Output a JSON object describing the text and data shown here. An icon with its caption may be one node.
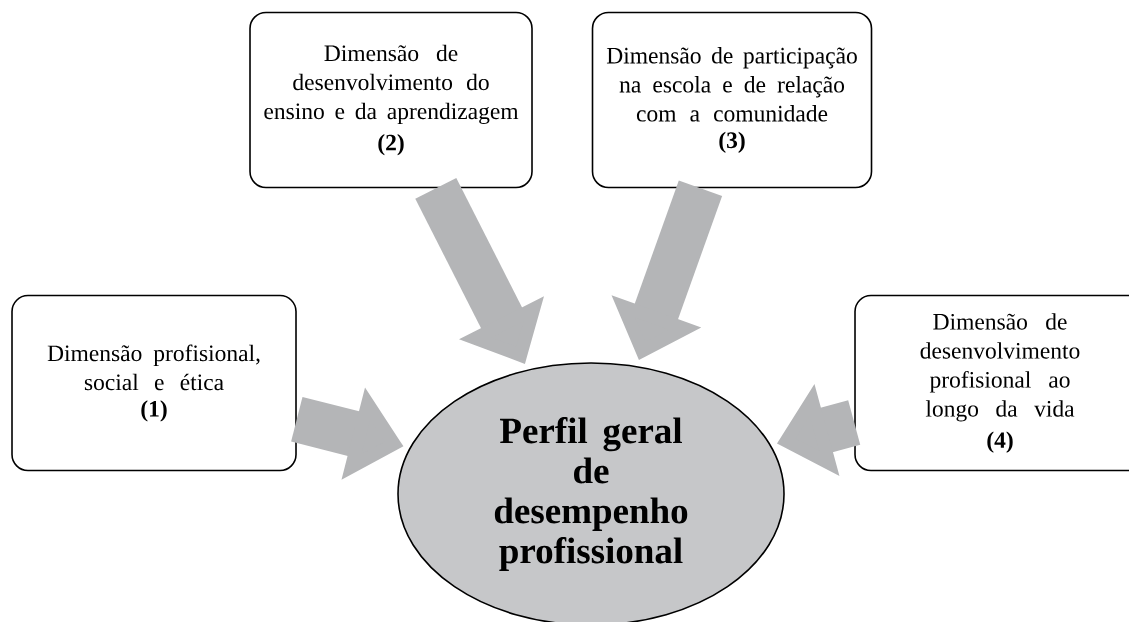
{
  "diagram": {
    "nodes": [
      {
        "text": [
          "Dimensão profisional, social e ética",
          "(1)"
        ]
      },
      {
        "text": [
          "Dimensão de desenvolvimento do ensino e da aprendizagem",
          "(2)"
        ]
      },
      {
        "text": [
          "Dimensão de participação na escola e de relação com a comunidade",
          "(3)"
        ]
      },
      {
        "text": [
          "Dimensão de desenvolvimento profisional ao longo da vida",
          "(4)"
        ]
      },
      {
        "text": [
          "Perfil geral de desempenho profissional"
        ]
      }
    ],
    "edges": [
      {
        "from": 0,
        "to": 4,
        "arrow": "to"
      },
      {
        "from": 1,
        "to": 4,
        "arrow": "to"
      },
      {
        "from": 2,
        "to": 4,
        "arrow": "to"
      },
      {
        "from": 3,
        "to": 4,
        "arrow": "to"
      }
    ]
  }
}
